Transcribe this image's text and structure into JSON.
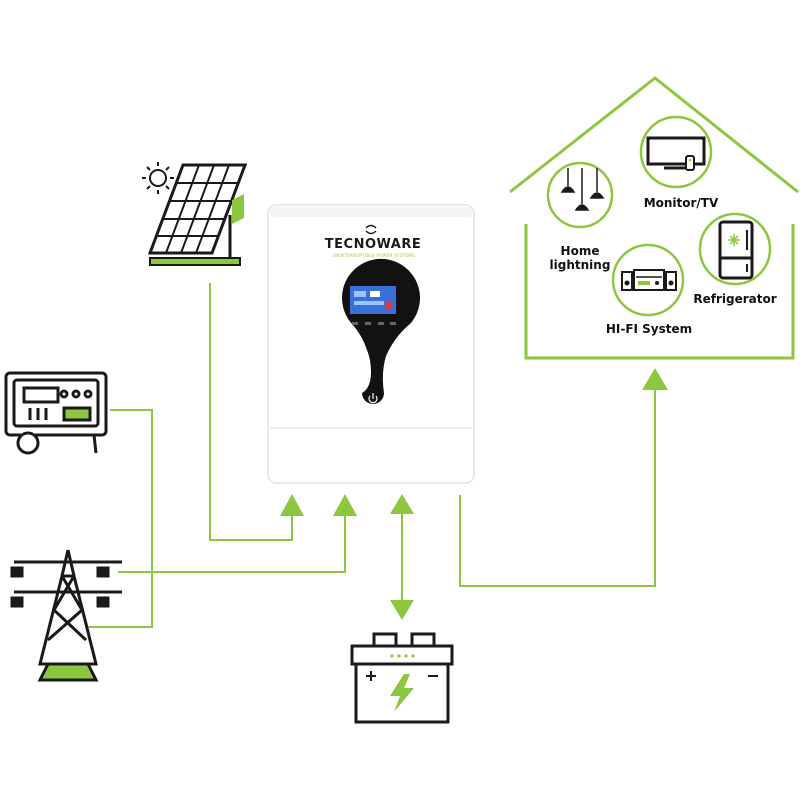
{
  "colors": {
    "accent": "#8dc63f",
    "line": "#8dc63f",
    "dark": "#1a1a1a",
    "inverter_body": "#ffffff",
    "display": "#3b6fd8"
  },
  "inverter": {
    "brand": "TECNOWARE",
    "tagline": "UNINTERRUPTIBLE POWER SYSTEMS"
  },
  "house": {
    "appliances": {
      "home_lighting": "Home\nlightning",
      "monitor_tv": "Monitor/TV",
      "refrigerator": "Refrigerator",
      "hifi": "HI-FI System"
    }
  },
  "icons": {
    "sun": "sun-icon",
    "solar_panel": "solar-panel-icon",
    "generator": "generator-icon",
    "pylon": "power-pylon-icon",
    "battery": "battery-icon",
    "inverter": "inverter-icon",
    "house": "house-icon",
    "lamp": "ceiling-lamp-icon",
    "tv": "tv-icon",
    "fridge": "refrigerator-icon",
    "stereo": "stereo-icon",
    "power_button": "power-button-icon"
  }
}
